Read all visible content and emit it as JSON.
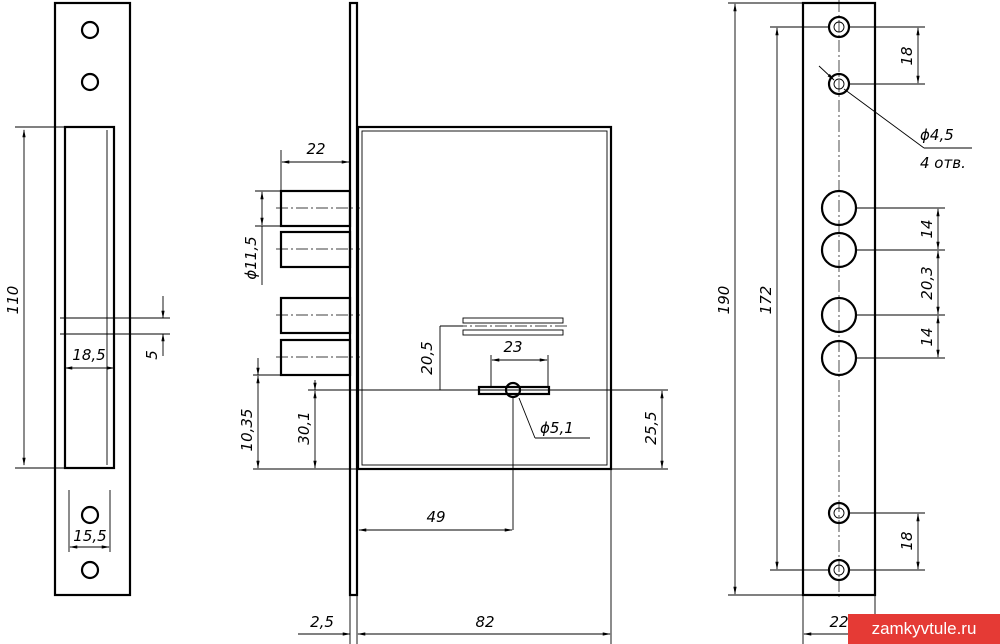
{
  "dimensions": {
    "strike_height": "110",
    "strike_slot_width": "18,5",
    "strike_latch_height": "5",
    "strike_bottom_width": "15,5",
    "bolt_projection": "22",
    "bolt_diameter": "ϕ11,5",
    "key_hole_height": "20,5",
    "key_width": "23",
    "spindle_diameter": "ϕ5,1",
    "bottom_offset_left": "10,35",
    "spindle_offset": "30,1",
    "spindle_offset_right": "25,5",
    "backset": "49",
    "faceplate_thickness": "2,5",
    "body_depth": "82",
    "plate_length": "190",
    "hole_pitch": "172",
    "top_hole_spacing": "18",
    "screw_hole_diameter": "ϕ4,5",
    "screw_hole_count": "4 отв.",
    "bolt_spacing_upper": "14",
    "bolt_pair_gap": "20,3",
    "bolt_spacing_lower": "14",
    "bottom_hole_spacing": "18",
    "faceplate_width": "22"
  },
  "watermark": {
    "text": "zamkyvtule.ru",
    "color": "#e53a35"
  }
}
